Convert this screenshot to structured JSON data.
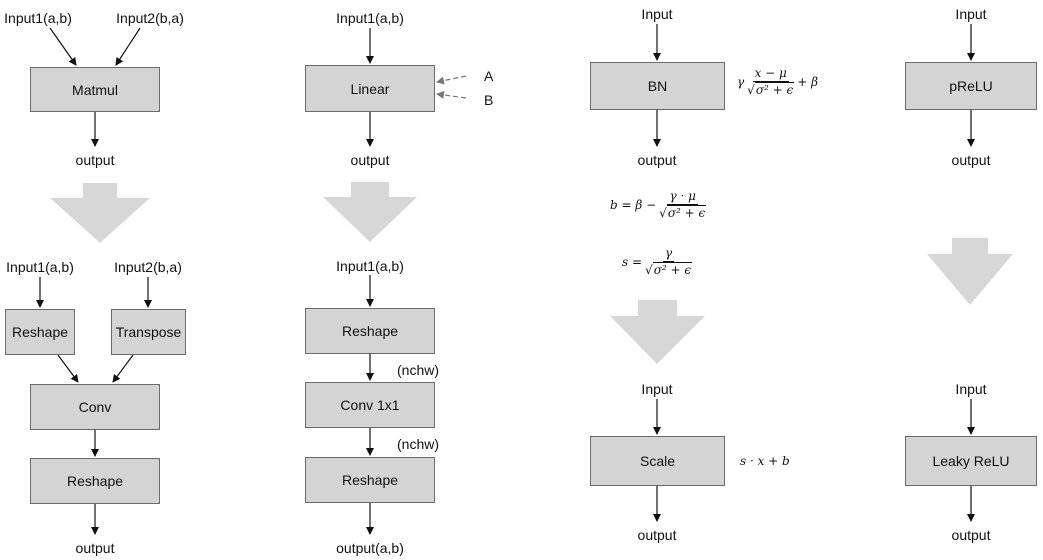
{
  "colors": {
    "node_fill": "#d4d4d4",
    "node_border": "#6b6b6b",
    "big_arrow": "#d7d7d7",
    "dashed_arrow": "#777777"
  },
  "matmul": {
    "input1": "Input1(a,b)",
    "input2": "Input2(b,a)",
    "op": "Matmul",
    "output": "output",
    "conv_input1": "Input1(a,b)",
    "conv_input2": "Input2(b,a)",
    "reshape_left": "Reshape",
    "transpose": "Transpose",
    "conv": "Conv",
    "reshape_out": "Reshape",
    "conv_output": "output"
  },
  "linear": {
    "input": "Input1(a,b)",
    "op": "Linear",
    "param_a": "A",
    "param_b": "B",
    "output": "output",
    "conv_input": "Input1(a,b)",
    "reshape_in": "Reshape",
    "nchw_1": "(nchw)",
    "conv1x1": "Conv 1x1",
    "nchw_2": "(nchw)",
    "reshape_out": "Reshape",
    "conv_output": "output(a,b)"
  },
  "bn": {
    "input": "Input",
    "op": "BN",
    "output": "output",
    "formula_bn": {
      "gamma": "γ",
      "num": "x − μ",
      "den": "σ² + ϵ",
      "tail": "+ β"
    },
    "formula_b": {
      "lhs": "b = β −",
      "num": "γ · μ",
      "den": "σ² + ϵ"
    },
    "formula_s": {
      "lhs": "s =",
      "num": "γ",
      "den": "σ² + ϵ"
    },
    "scale_input": "Input",
    "scale_op": "Scale",
    "scale_output": "output",
    "formula_scale": "s · x + b"
  },
  "prelu": {
    "input": "Input",
    "op": "pReLU",
    "output": "output",
    "leaky_input": "Input",
    "leaky_op": "Leaky ReLU",
    "leaky_output": "output"
  }
}
